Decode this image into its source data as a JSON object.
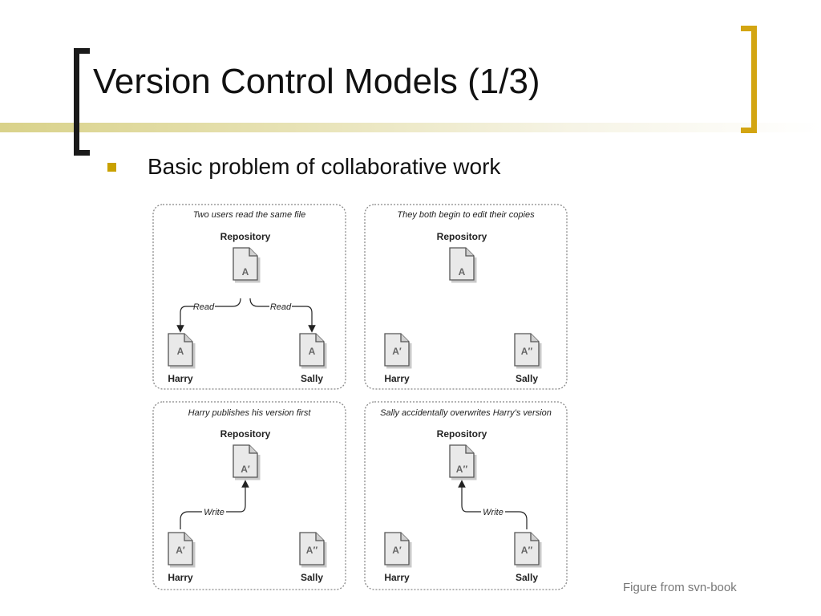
{
  "slide": {
    "title": "Version Control Models (1/3)",
    "bullet": "Basic problem of collaborative work",
    "caption": "Figure from svn-book"
  },
  "colors": {
    "bracket_left": "#1a1a1a",
    "bracket_right": "#d3a512",
    "bullet": "#c9a100",
    "rule": "#d9d28a"
  },
  "figure": {
    "repository_label": "Repository",
    "user_left": "Harry",
    "user_right": "Sally",
    "read_label": "Read",
    "write_label": "Write",
    "panels": [
      {
        "caption": "Two users read the same file",
        "repo_doc": "A",
        "harry_doc": "A",
        "sally_doc": "A"
      },
      {
        "caption": "They both begin to edit their copies",
        "repo_doc": "A",
        "harry_doc": "A′",
        "sally_doc": "A″"
      },
      {
        "caption": "Harry publishes his version first",
        "repo_doc": "A′",
        "harry_doc": "A′",
        "sally_doc": "A″"
      },
      {
        "caption": "Sally accidentally overwrites Harry’s version",
        "repo_doc": "A″",
        "harry_doc": "A′",
        "sally_doc": "A″"
      }
    ]
  }
}
